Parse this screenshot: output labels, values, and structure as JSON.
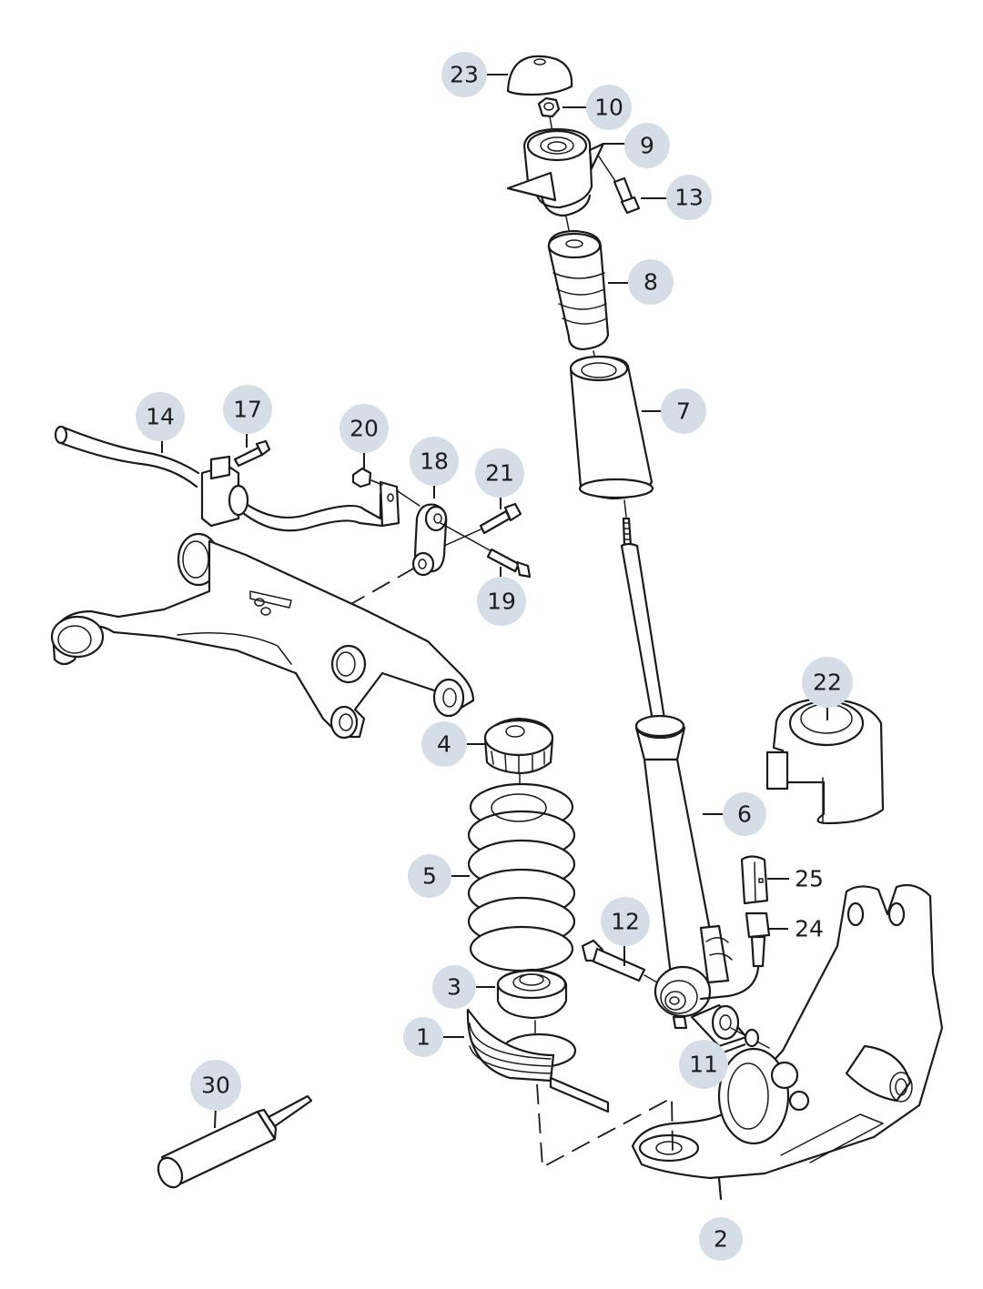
{
  "diagram": {
    "title": "Rear suspension assembly – exploded parts view",
    "bubble_color": "#d5dee7",
    "line_color": "#1a1a1a",
    "parts": [
      {
        "id": "part-1",
        "number": "1",
        "depicts": "spring compressor plate"
      },
      {
        "id": "part-2",
        "number": "2",
        "depicts": "wheel bearing housing / knuckle"
      },
      {
        "id": "part-3",
        "number": "3",
        "depicts": "lower spring seat"
      },
      {
        "id": "part-4",
        "number": "4",
        "depicts": "upper spring seat"
      },
      {
        "id": "part-5",
        "number": "5",
        "depicts": "coil spring"
      },
      {
        "id": "part-6",
        "number": "6",
        "depicts": "shock absorber"
      },
      {
        "id": "part-7",
        "number": "7",
        "depicts": "protective sleeve"
      },
      {
        "id": "part-8",
        "number": "8",
        "depicts": "stop buffer"
      },
      {
        "id": "part-9",
        "number": "9",
        "depicts": "shock absorber mounting"
      },
      {
        "id": "part-10",
        "number": "10",
        "depicts": "hex nut"
      },
      {
        "id": "part-11",
        "number": "11",
        "depicts": "washer"
      },
      {
        "id": "part-12",
        "number": "12",
        "depicts": "hex bolt"
      },
      {
        "id": "part-13",
        "number": "13",
        "depicts": "hex bolt"
      },
      {
        "id": "part-14",
        "number": "14",
        "depicts": "anti-roll bar"
      },
      {
        "id": "part-17",
        "number": "17",
        "depicts": "hex bolt"
      },
      {
        "id": "part-18",
        "number": "18",
        "depicts": "coupling rod"
      },
      {
        "id": "part-19",
        "number": "19",
        "depicts": "hex bolt"
      },
      {
        "id": "part-20",
        "number": "20",
        "depicts": "hex nut"
      },
      {
        "id": "part-21",
        "number": "21",
        "depicts": "hex bolt"
      },
      {
        "id": "part-22",
        "number": "22",
        "depicts": "bush"
      },
      {
        "id": "part-23",
        "number": "23",
        "depicts": "cap"
      },
      {
        "id": "part-24",
        "number": "24",
        "depicts": "sensor"
      },
      {
        "id": "part-25",
        "number": "25",
        "depicts": "connector"
      },
      {
        "id": "part-30",
        "number": "30",
        "depicts": "lubricant tube"
      }
    ]
  }
}
